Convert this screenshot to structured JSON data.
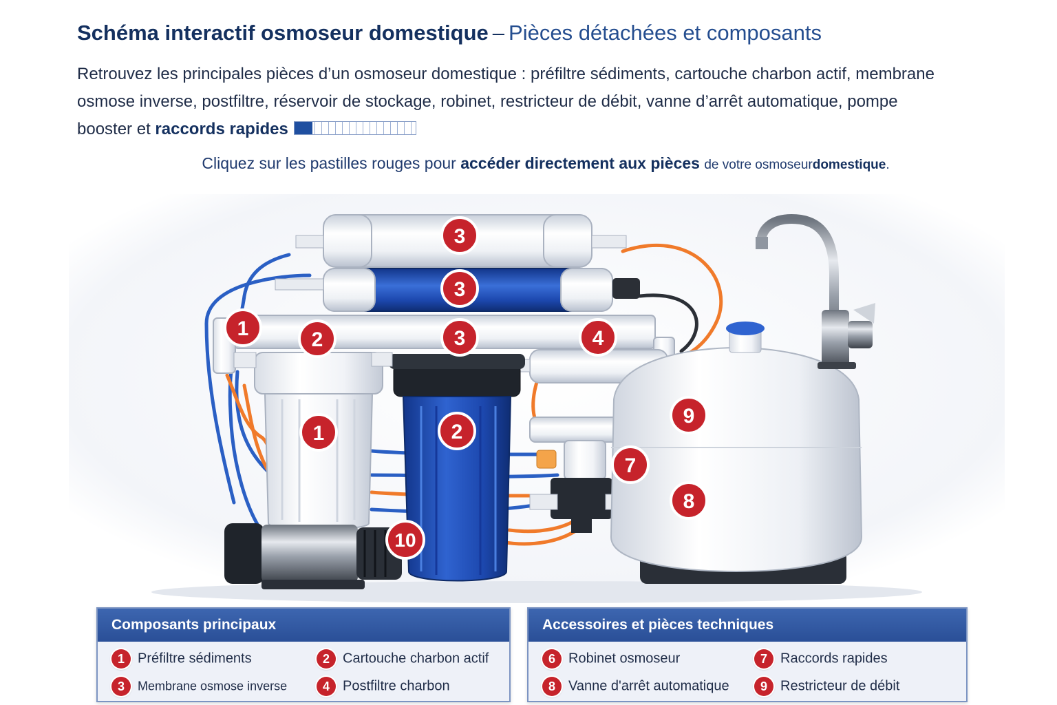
{
  "header": {
    "title_main": "Schéma interactif osmoseur domestique",
    "title_sep": "–",
    "title_sub": "Pièces détachées et composants",
    "intro_text": "Retrouvez les principales pièces d’un osmoseur domestique : préfiltre sédiments, cartouche charbon actif, membrane osmose inverse, postfiltre, réservoir de stockage, robinet, restricteur de débit, vanne d’arrêt automatique, pompe booster et",
    "intro_bold": "raccords rapides",
    "cta_1": "Cliquez sur les pastilles rouges pour",
    "cta_2": "accéder directement aux pièces",
    "cta_3": "de votre osmoseur",
    "cta_4": "domestique",
    "cta_5": "."
  },
  "diagram": {
    "badges": [
      {
        "id": "b1a",
        "label": "1"
      },
      {
        "id": "b1b",
        "label": "1"
      },
      {
        "id": "b2a",
        "label": "2"
      },
      {
        "id": "b2b",
        "label": "2"
      },
      {
        "id": "b3a",
        "label": "3"
      },
      {
        "id": "b3b",
        "label": "3"
      },
      {
        "id": "b3c",
        "label": "3"
      },
      {
        "id": "b4",
        "label": "4"
      },
      {
        "id": "b7",
        "label": "7"
      },
      {
        "id": "b8",
        "label": "8"
      },
      {
        "id": "b9",
        "label": "9"
      },
      {
        "id": "b10",
        "label": "10"
      }
    ]
  },
  "panels": {
    "main": {
      "title": "Composants principaux",
      "items": [
        {
          "num": "1",
          "label": "Préfiltre sédiments"
        },
        {
          "num": "2",
          "label": "Cartouche charbon actif"
        },
        {
          "num": "3",
          "label": "Membrane osmose inverse"
        },
        {
          "num": "4",
          "label": "Postfiltre charbon"
        }
      ]
    },
    "accessories": {
      "title": "Accessoires et pièces techniques",
      "items": [
        {
          "num": "6",
          "label": "Robinet osmoseur"
        },
        {
          "num": "7",
          "label": "Raccords rapides"
        },
        {
          "num": "8",
          "label": "Vanne d'arrêt automatique"
        },
        {
          "num": "9",
          "label": "Restricteur de débit"
        }
      ]
    }
  },
  "colors": {
    "badge_red": "#c6232b",
    "accent_blue": "#2a4f97",
    "title_navy": "#14305f"
  }
}
